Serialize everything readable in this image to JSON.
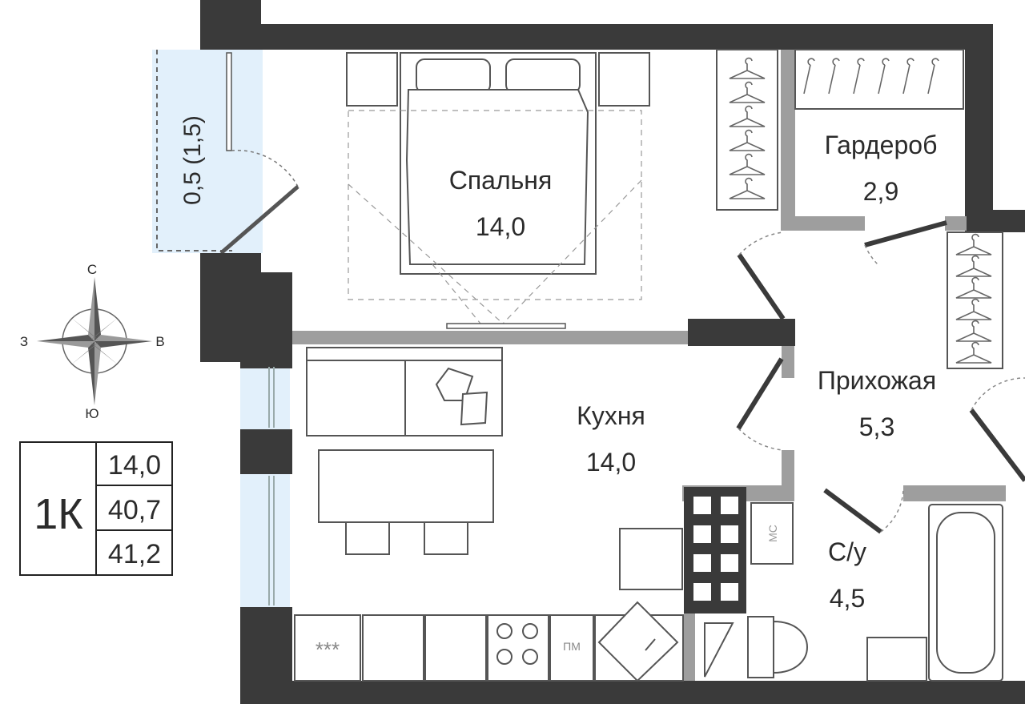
{
  "rooms": {
    "bedroom": {
      "name": "Спальня",
      "area": "14,0"
    },
    "wardrobe": {
      "name": "Гардероб",
      "area": "2,9"
    },
    "hallway": {
      "name": "Прихожая",
      "area": "5,3"
    },
    "kitchen": {
      "name": "Кухня",
      "area": "14,0"
    },
    "bathroom": {
      "name": "С/у",
      "area": "4,5"
    },
    "balcony": {
      "area": "0,5 (1,5)"
    }
  },
  "compass": {
    "north": "С",
    "south": "Ю",
    "west": "З",
    "east": "В"
  },
  "summary": {
    "type": "1К",
    "living_area": "14,0",
    "total_area": "40,7",
    "total_with_balcony": "41,2"
  },
  "appliance_labels": {
    "washing_machine": "МС",
    "dishwasher": "ПМ",
    "hob_marks": "***"
  },
  "colors": {
    "wall": "#3a3a3a",
    "partition": "#9e9e9e",
    "window": "#ddeefa",
    "line": "#555555"
  }
}
